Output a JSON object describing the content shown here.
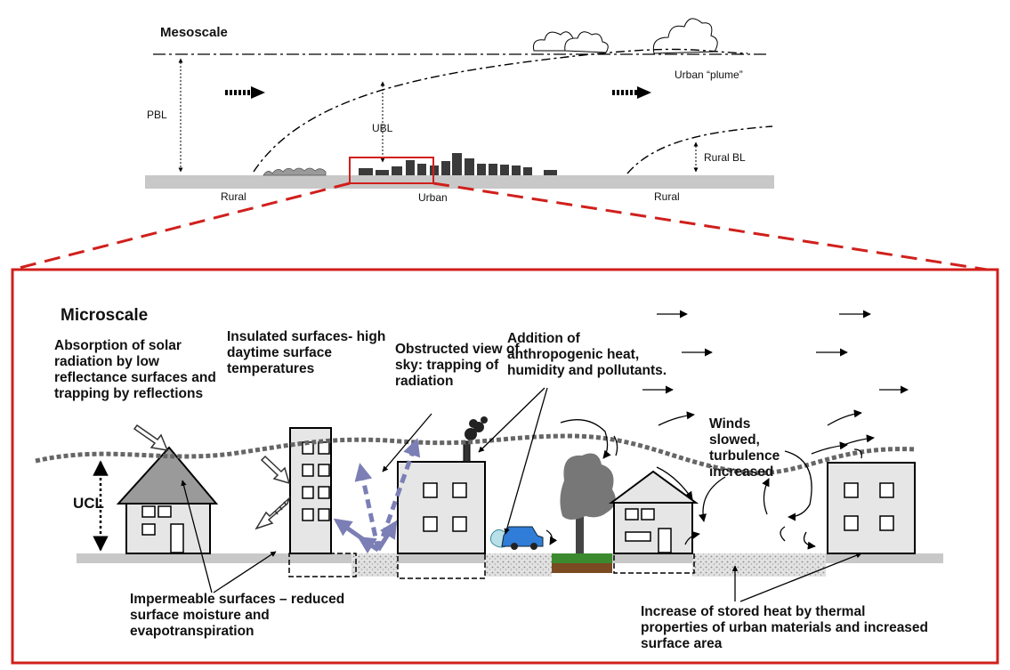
{
  "mesoscale": {
    "title": "Mesoscale",
    "pbl": "PBL",
    "ubl": "UBL",
    "plume": "Urban “plume”",
    "rural_bl": "Rural BL",
    "rural_left": "Rural",
    "urban": "Urban",
    "rural_right": "Rural"
  },
  "microscale": {
    "title": "Microscale",
    "absorption": "Absorption of solar radiation by low reflectance surfaces and trapping by reflections",
    "insulated": "Insulated surfaces- high daytime surface temperatures",
    "obstructed": "Obstructed view of sky: trapping of radiation",
    "anthropogenic": "Addition of anthropogenic heat, humidity and pollutants.",
    "winds": "Winds slowed, turbulence increased",
    "ucl": "UCL",
    "impermeable": "Impermeable surfaces – reduced surface moisture and evapotranspiration",
    "stored_heat": "Increase of stored heat by thermal properties of urban materials and increased surface area"
  },
  "colors": {
    "frame": "#d0201c",
    "ground": "#c8c8c8",
    "building": "#e6e6e6",
    "roof": "#9a9a9a",
    "canopy": "#666666",
    "radiation": "#7b7fb5",
    "car": "#2f7dd6",
    "grass": "#3c8a2e"
  }
}
